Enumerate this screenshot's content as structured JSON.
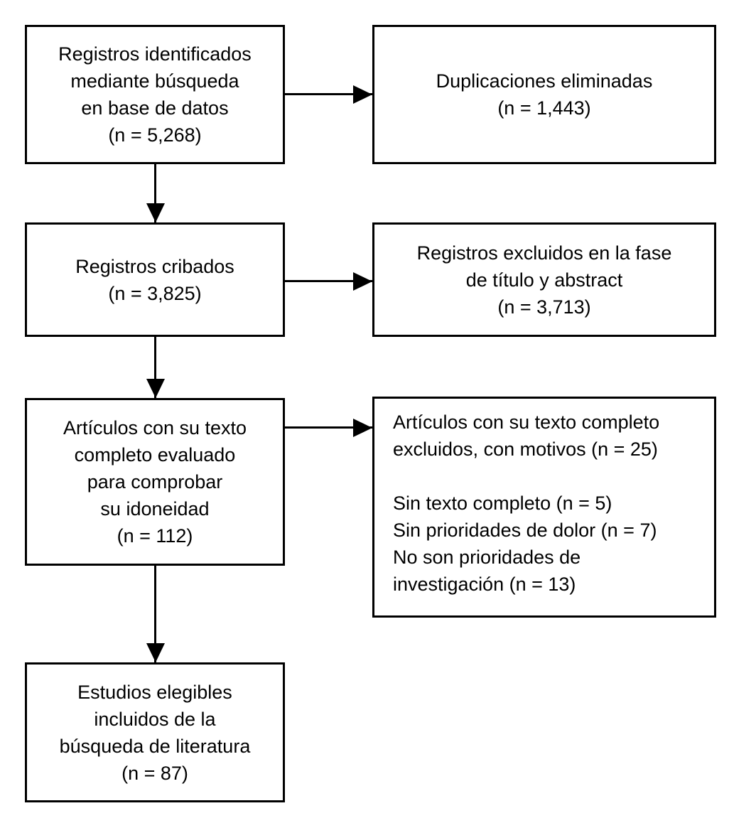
{
  "flow": {
    "type": "flowchart",
    "language": "es",
    "colors": {
      "background": "#ffffff",
      "box_border": "#000000",
      "text": "#000000",
      "arrow": "#000000"
    },
    "nodes": [
      {
        "id": "records-identified",
        "column": "left",
        "row": 1,
        "text": "Registros identificados\nmediante búsqueda\nen base de datos\n(n = 5,268)",
        "n": 5268
      },
      {
        "id": "duplicates-removed",
        "column": "right",
        "row": 1,
        "text": "Duplicaciones eliminadas\n(n = 1,443)",
        "n": 1443
      },
      {
        "id": "records-screened",
        "column": "left",
        "row": 2,
        "text": "Registros cribados\n(n = 3,825)",
        "n": 3825
      },
      {
        "id": "records-excluded-title-abstract",
        "column": "right",
        "row": 2,
        "text": "Registros excluidos en la fase\nde título y abstract\n(n = 3,713)",
        "n": 3713
      },
      {
        "id": "fulltext-assessed",
        "column": "left",
        "row": 3,
        "text": "Artículos con su texto\ncompleto evaluado\npara comprobar\nsu idoneidad\n(n = 112)",
        "n": 112
      },
      {
        "id": "fulltext-excluded",
        "column": "right",
        "row": 3,
        "text": "Artículos con su texto completo\nexcluidos, con motivos (n = 25)\n\nSin texto completo (n = 5)\nSin prioridades de dolor (n = 7)\nNo son prioridades de\ninvestigación (n = 13)",
        "n": 25,
        "reasons": [
          {
            "label": "Sin texto completo",
            "n": 5
          },
          {
            "label": "Sin prioridades de dolor",
            "n": 7
          },
          {
            "label": "No son prioridades de investigación",
            "n": 13
          }
        ]
      },
      {
        "id": "studies-included",
        "column": "left",
        "row": 4,
        "text": "Estudios elegibles\nincluidos de la\nbúsqueda de literatura\n(n = 87)",
        "n": 87
      }
    ],
    "edges": [
      {
        "from": "records-identified",
        "to": "records-screened",
        "direction": "down"
      },
      {
        "from": "records-identified",
        "to": "duplicates-removed",
        "direction": "right"
      },
      {
        "from": "records-screened",
        "to": "fulltext-assessed",
        "direction": "down"
      },
      {
        "from": "records-screened",
        "to": "records-excluded-title-abstract",
        "direction": "right"
      },
      {
        "from": "fulltext-assessed",
        "to": "studies-included",
        "direction": "down"
      },
      {
        "from": "fulltext-assessed",
        "to": "fulltext-excluded",
        "direction": "right"
      }
    ]
  }
}
